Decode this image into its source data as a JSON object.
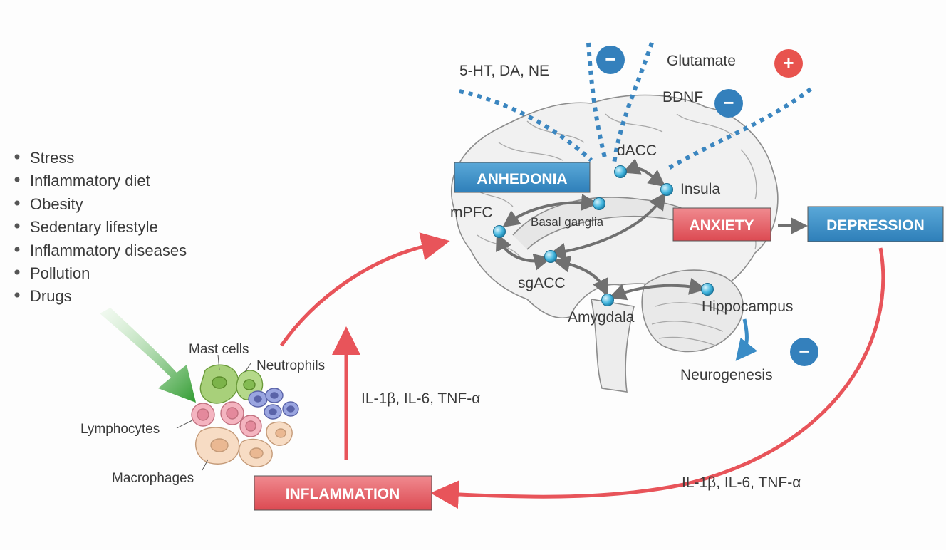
{
  "risk_factors": [
    "Stress",
    "Inflammatory diet",
    "Obesity",
    "Sedentary lifestyle",
    "Inflammatory diseases",
    "Pollution",
    "Drugs"
  ],
  "cells": {
    "mast_cells": "Mast cells",
    "neutrophils": "Neutrophils",
    "lymphocytes": "Lymphocytes",
    "macrophages": "Macrophages"
  },
  "cytokines_up": "IL-1β, IL-6, TNF-α",
  "cytokines_return": "IL-1β, IL-6, TNF-α",
  "boxes": {
    "inflammation": "INFLAMMATION",
    "anhedonia": "ANHEDONIA",
    "anxiety": "ANXIETY",
    "depression": "DEPRESSION"
  },
  "neuro": {
    "monoamines": "5-HT, DA, NE",
    "glutamate": "Glutamate",
    "bdnf": "BDNF",
    "minus_sign": "−",
    "plus_sign": "+"
  },
  "regions": {
    "dacc": "dACC",
    "insula": "Insula",
    "mpfc": "mPFC",
    "basal_ganglia": "Basal ganglia",
    "sgacc": "sgACC",
    "amygdala": "Amygdala",
    "hippocampus": "Hippocampus",
    "neurogenesis": "Neurogenesis"
  },
  "colors": {
    "red_arrow": "#e8545a",
    "red_box": "#e3636a",
    "blue_box": "#3a8cc6",
    "dotted_blue": "#3b86c0",
    "green_arrow": "#3aa13a",
    "node": "#43b6df"
  }
}
